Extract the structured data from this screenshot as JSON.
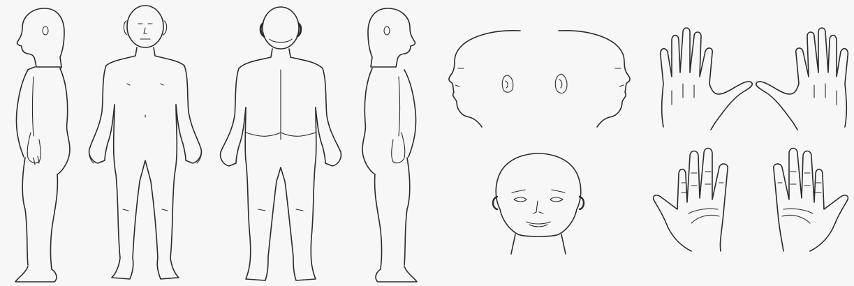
{
  "figure": {
    "background": "#f7f7f7",
    "line_color": "#2a2a2a",
    "views": [
      {
        "id": "body-left-side",
        "icon": "body-side-view"
      },
      {
        "id": "body-front",
        "icon": "body-front-view"
      },
      {
        "id": "body-back",
        "icon": "body-back-view"
      },
      {
        "id": "body-right-side",
        "icon": "body-side-view"
      },
      {
        "id": "head-profile-left",
        "icon": "head-profile"
      },
      {
        "id": "head-profile-right",
        "icon": "head-profile"
      },
      {
        "id": "face-front",
        "icon": "face-front"
      },
      {
        "id": "hands-dorsal",
        "icon": "hand-back"
      },
      {
        "id": "hands-palmar",
        "icon": "hand-palm"
      }
    ]
  }
}
